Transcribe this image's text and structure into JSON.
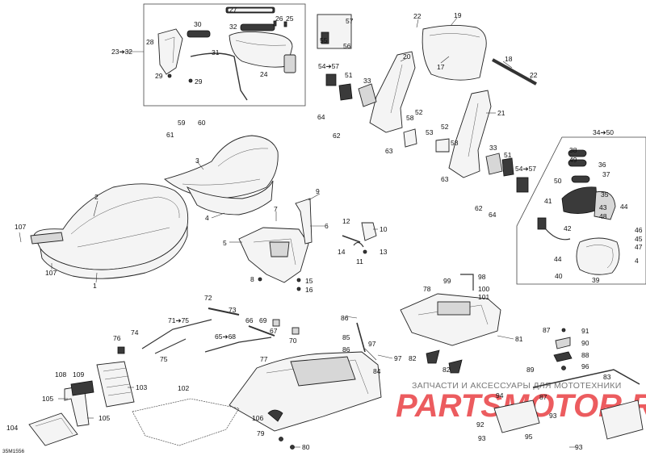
{
  "diagram": {
    "code": "35M1556",
    "watermark": {
      "top": "ЗАПЧАСТИ И АКСЕССУАРЫ ДЛЯ МОТОТЕХНИКИ",
      "brand": "PARTSMOTOR.RU"
    },
    "groups": {
      "top_left": "23➔32",
      "right": "34➔50",
      "cushion": "54➔57",
      "cushion_b": "54➔57",
      "cable_a": "71➔75",
      "cable_b": "65➔68"
    },
    "labels": [
      "1",
      "2",
      "3",
      "4",
      "5",
      "6",
      "7",
      "8",
      "9",
      "10",
      "11",
      "12",
      "13",
      "14",
      "15",
      "16",
      "17",
      "18",
      "19",
      "20",
      "21",
      "22",
      "22",
      "24",
      "25",
      "26",
      "27",
      "28",
      "29",
      "29",
      "30",
      "31",
      "32",
      "33",
      "33",
      "35",
      "36",
      "37",
      "38",
      "39",
      "40",
      "41",
      "42",
      "43",
      "44",
      "44",
      "45",
      "46",
      "47",
      "48",
      "49",
      "50",
      "51",
      "51",
      "52",
      "52",
      "53",
      "55",
      "56",
      "57",
      "58",
      "58",
      "59",
      "60",
      "61",
      "62",
      "62",
      "63",
      "63",
      "64",
      "64",
      "66",
      "67",
      "69",
      "70",
      "72",
      "73",
      "74",
      "75",
      "76",
      "77",
      "78",
      "79",
      "80",
      "81",
      "82",
      "82",
      "83",
      "84",
      "85",
      "86",
      "86",
      "87",
      "87",
      "88",
      "89",
      "90",
      "91",
      "92",
      "93",
      "93",
      "93",
      "94",
      "95",
      "96",
      "97",
      "97",
      "98",
      "99",
      "100",
      "101",
      "102",
      "103",
      "104",
      "105",
      "105",
      "106",
      "107",
      "107",
      "108",
      "109",
      "4"
    ]
  }
}
